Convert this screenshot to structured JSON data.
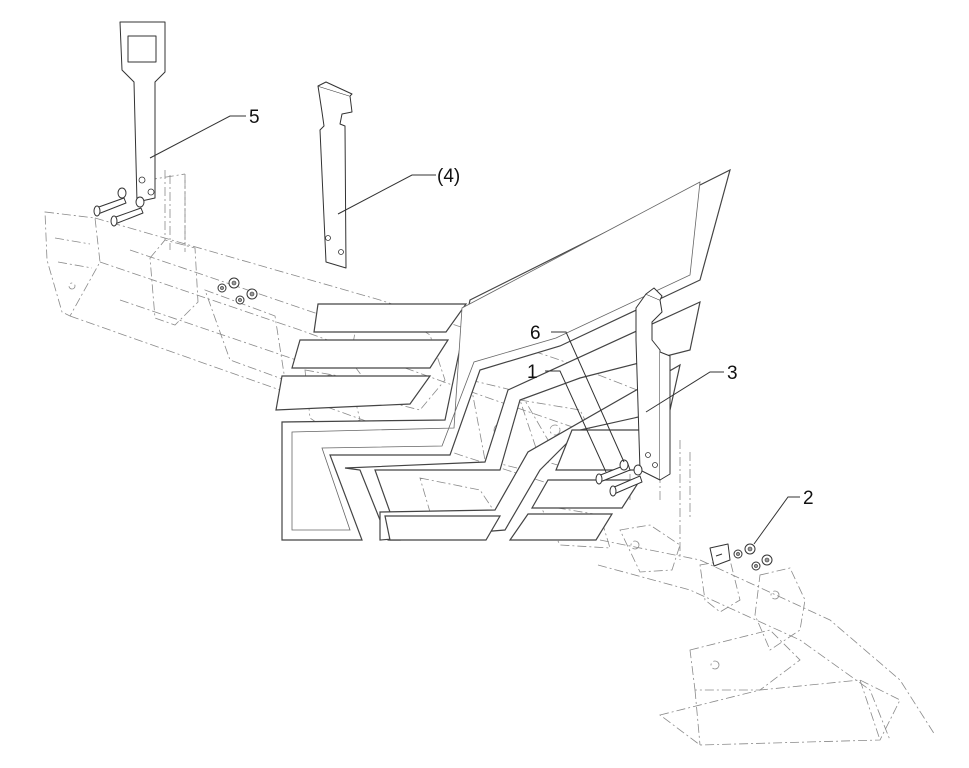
{
  "callouts": {
    "c1": "1",
    "c2": "2",
    "c3": "3",
    "c4": "(4)",
    "c5": "5",
    "c6": "6"
  }
}
